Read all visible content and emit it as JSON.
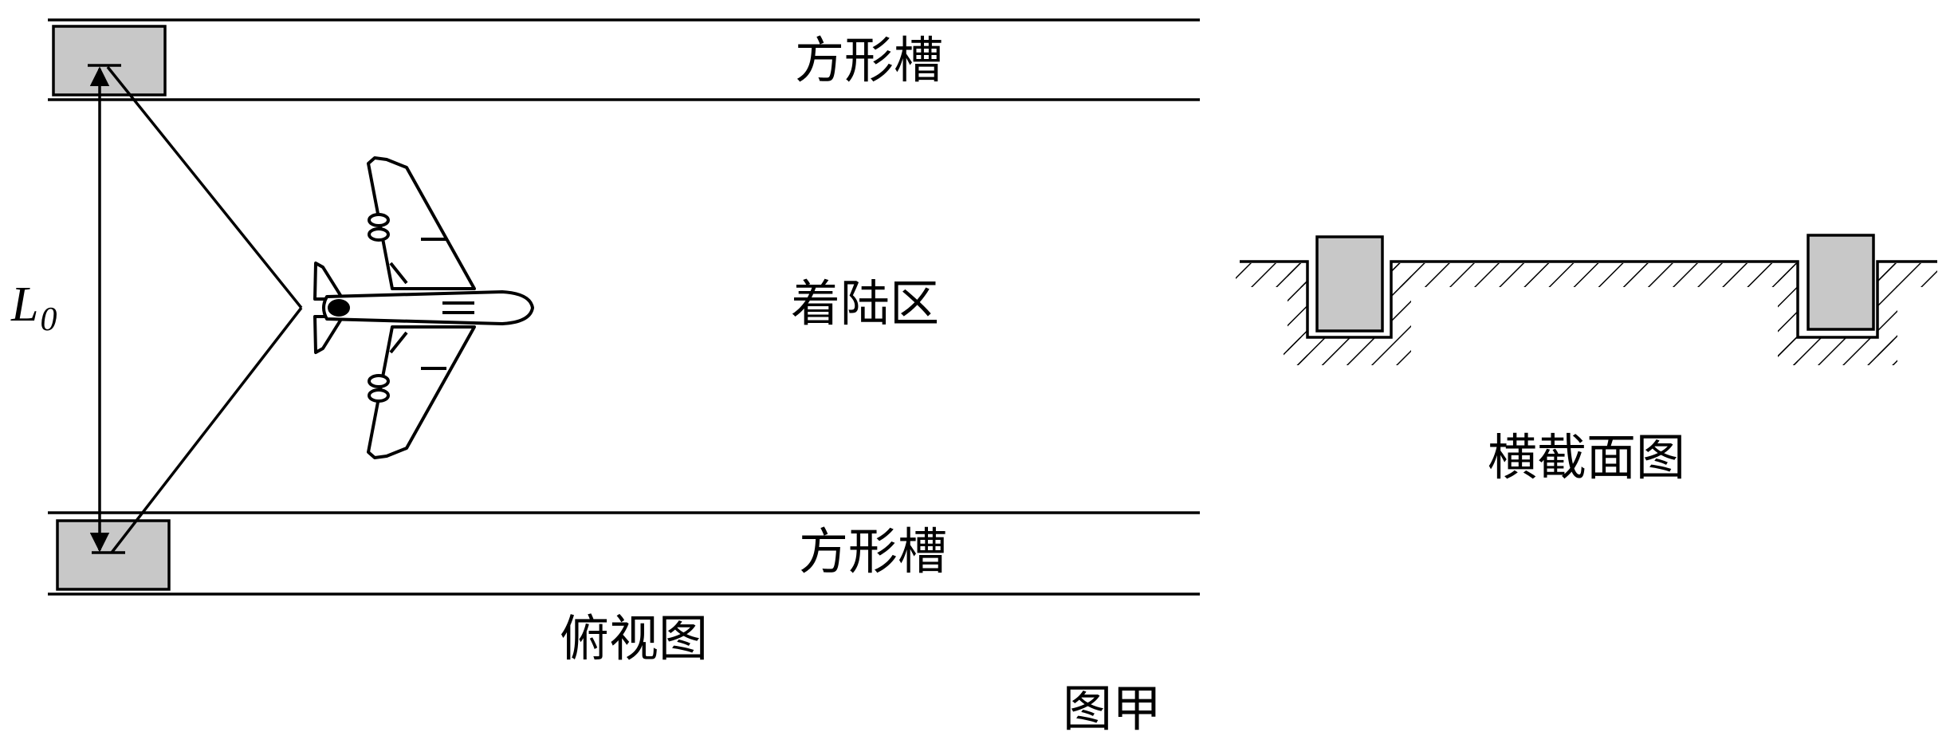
{
  "labels": {
    "groove_top": "方形槽",
    "groove_bottom": "方形槽",
    "landing_zone": "着陆区",
    "top_view": "俯视图",
    "cross_section": "横截面图",
    "figure_caption": "图甲",
    "distance_var": "L",
    "distance_sub": "0"
  },
  "colors": {
    "line": "#000000",
    "block_fill": "#c8c8c8",
    "background": "#ffffff"
  }
}
